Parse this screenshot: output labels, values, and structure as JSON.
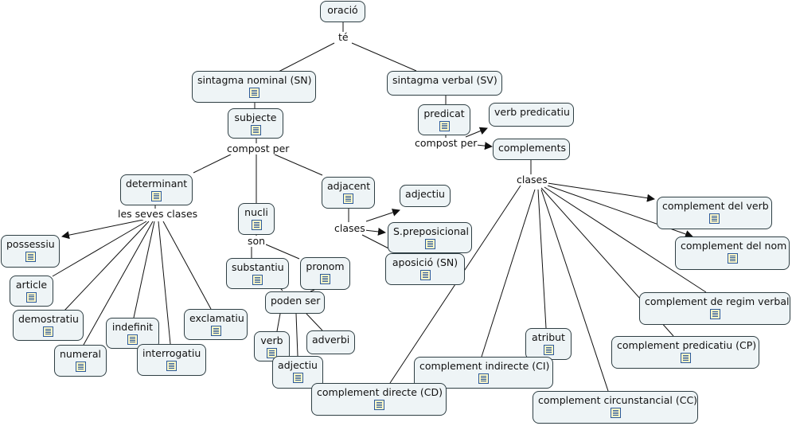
{
  "nodes": {
    "oracio": "oració",
    "sn": "sintagma nominal (SN)",
    "sv": "sintagma verbal (SV)",
    "subjecte": "subjecte",
    "predicat": "predicat",
    "verb_predicatiu": "verb predicatiu",
    "complements": "complements",
    "determinant": "determinant",
    "nucli": "nucli",
    "adjacent": "adjacent",
    "adjectiu_adj": "adjectiu",
    "s_preposicional": "S.preposicional",
    "aposicio": "aposició (SN)",
    "possessiu": "possessiu",
    "article": "article",
    "demostratiu": "demostratiu",
    "numeral": "numeral",
    "indefinit": "indefinit",
    "interrogatiu": "interrogatiu",
    "exclamatiu": "exclamatiu",
    "substantiu": "substantiu",
    "pronom": "pronom",
    "poden_ser": "poden ser",
    "verb": "verb",
    "adverbi": "adverbi",
    "adjectiu": "adjectiu",
    "complement_verb": "complement del verb",
    "complement_nom": "complement del nom",
    "complement_regim": "complement de regim verbal",
    "complement_predicatiu": "complement predicatiu (CP)",
    "atribut": "atribut",
    "complement_indirecte": "complement indirecte (CI)",
    "complement_directe": "complement directe (CD)",
    "complement_circumstancial": "complement circunstancial (CC)"
  },
  "links": {
    "te": "té",
    "compost_per_1": "compost per",
    "compost_per_2": "compost per",
    "les_seves_clases": "les seves clases",
    "son": "son",
    "clases_1": "clases",
    "clases_2": "clases"
  },
  "colors": {
    "node_fill": "#eef4f6",
    "node_border": "#2f3f44",
    "line": "#111111",
    "icon_border": "#2c5a9a",
    "icon_fill": "#fff8c8"
  }
}
